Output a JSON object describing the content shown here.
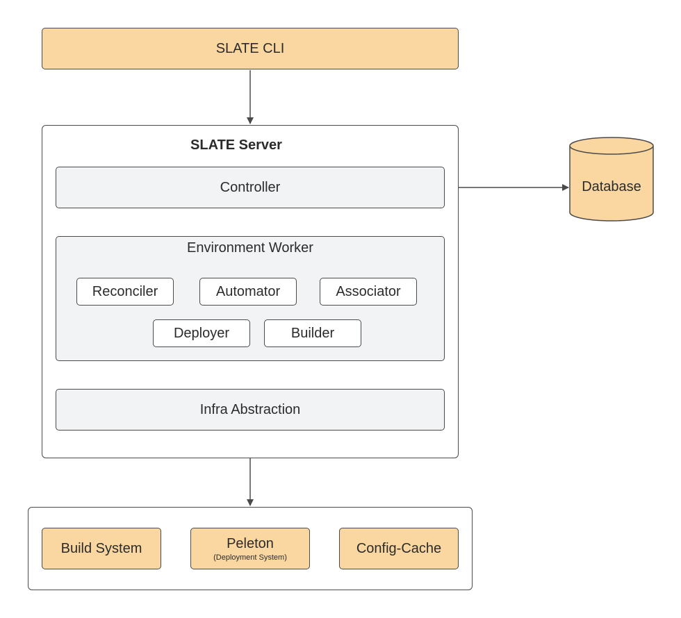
{
  "cli": {
    "label": "SLATE CLI"
  },
  "server": {
    "title": "SLATE Server",
    "controller": "Controller",
    "worker": {
      "title": "Environment Worker",
      "components": [
        "Reconciler",
        "Automator",
        "Associator",
        "Deployer",
        "Builder"
      ]
    },
    "infra": "Infra Abstraction"
  },
  "database": {
    "label": "Database"
  },
  "external": {
    "build_system": "Build System",
    "peleton": {
      "label": "Peleton",
      "sublabel": "(Deployment System)"
    },
    "config_cache": "Config-Cache"
  },
  "colors": {
    "accent": "#fad7a0",
    "panel": "#f2f3f5",
    "stroke": "#4a4a4a"
  }
}
